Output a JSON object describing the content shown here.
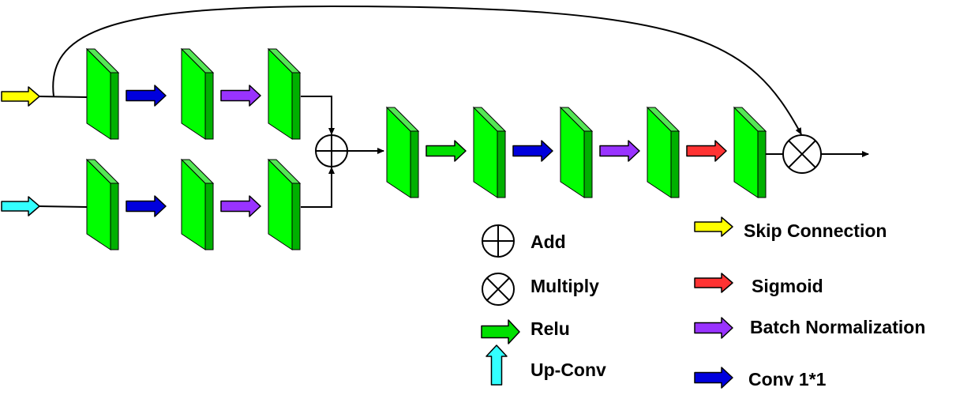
{
  "colors": {
    "block_front": "#00ff00",
    "block_side": "#00b000",
    "block_top": "#55e655",
    "skip": "#ffff00",
    "upconv": "#33ffff",
    "relu": "#00e000",
    "conv": "#0000dd",
    "batchnorm": "#9933ff",
    "sigmoid": "#ff3333",
    "line": "#000000"
  },
  "legend": {
    "add": "Add",
    "multiply": "Multiply",
    "relu": "Relu",
    "upconv": "Up-Conv",
    "skip": "Skip Connection",
    "sigmoid": "Sigmoid",
    "batchnorm": "Batch Normalization",
    "conv": "Conv 1*1"
  }
}
